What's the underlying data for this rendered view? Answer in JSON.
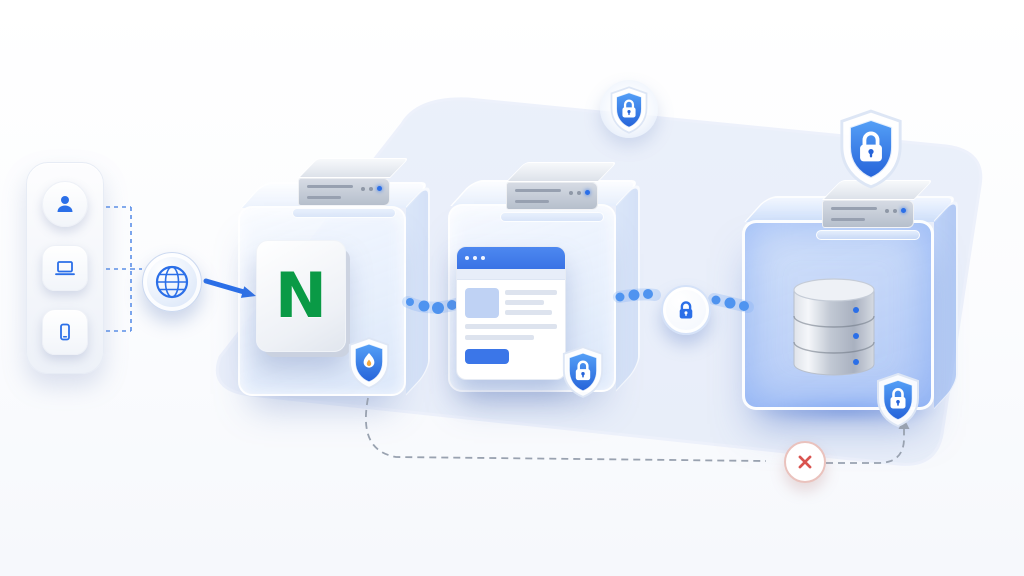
{
  "palette": {
    "accent_blue": "#2b6fe8",
    "flow_blue": "#4f94f0",
    "shield_blue_light": "#55a0f7",
    "shield_blue_dark": "#2563d9",
    "nginx_green": "#0a9a46",
    "error_red": "#d9534f",
    "platform_fill": "#dbe3f6",
    "glass_fill": "#e9f0fc",
    "server_gray": "#c4cbd7",
    "dash_gray": "#99a2b0"
  },
  "client_panel": {
    "icons": [
      "user-icon",
      "laptop-icon",
      "smartphone-icon"
    ]
  },
  "internet": {
    "icon": "globe-icon"
  },
  "nodes": [
    {
      "id": "reverse-proxy",
      "logo": "nginx-logo",
      "logo_letter": "N",
      "top_icon": "server-icon",
      "badge_icon": "shield-flame-icon"
    },
    {
      "id": "web-app",
      "content_icon": "browser-window-icon",
      "top_icon": "server-icon",
      "badge_icon": "shield-lock-icon"
    },
    {
      "id": "database",
      "content_icon": "database-icon",
      "top_icon": "server-icon",
      "badge_icon": "shield-lock-icon",
      "guard_icon": "shield-lock-icon"
    }
  ],
  "links": [
    {
      "from": "internet",
      "to": "reverse-proxy",
      "style": "solid-arrow"
    },
    {
      "from": "reverse-proxy",
      "to": "web-app",
      "style": "dotted-flow"
    },
    {
      "from": "web-app",
      "to": "database",
      "style": "dotted-flow",
      "mid_icon": "lock-circle-icon"
    },
    {
      "from": "reverse-proxy",
      "to": "database",
      "style": "dashed-blocked",
      "mid_icon": "x-circle-icon"
    }
  ],
  "overlays": {
    "top_icon": "shield-lock-icon"
  }
}
